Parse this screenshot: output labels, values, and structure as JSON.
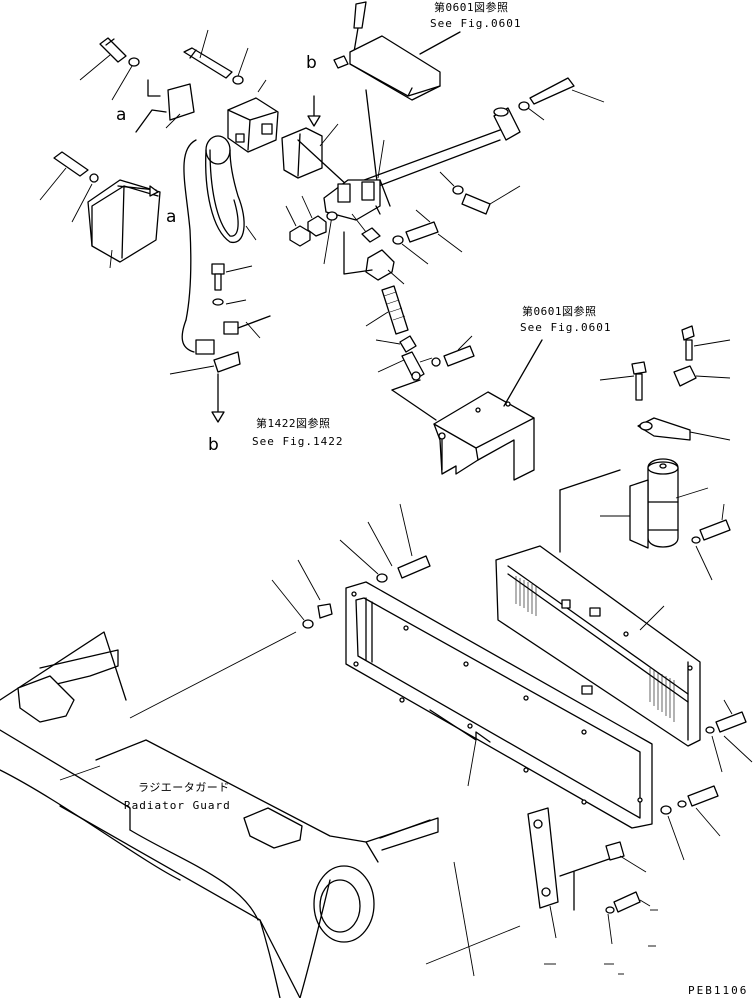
{
  "diagram": {
    "drawing_code": "PEB1106",
    "references": [
      {
        "id": "ref-0601-top",
        "jp": "第0601図参照",
        "en": "See Fig.0601"
      },
      {
        "id": "ref-0601-mid",
        "jp": "第0601図参照",
        "en": "See Fig.0601"
      },
      {
        "id": "ref-1422",
        "jp": "第1422図参照",
        "en": "See Fig.1422"
      }
    ],
    "part_label": {
      "jp": "ラジエータガード",
      "en": "Radiator Guard"
    },
    "markers": {
      "a": "a",
      "b": "b"
    }
  }
}
